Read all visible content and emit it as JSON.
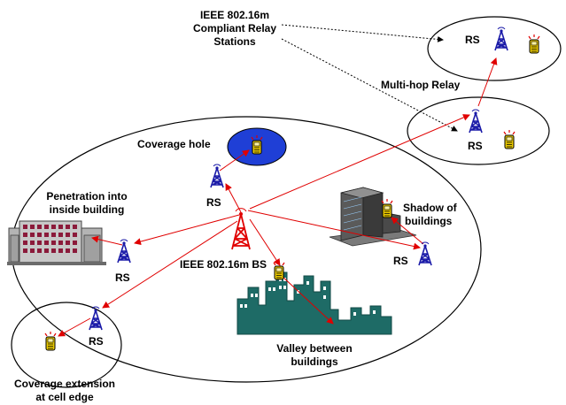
{
  "labels": {
    "relay_title": [
      "IEEE 802.16m",
      "Compliant Relay",
      "Stations"
    ],
    "multihop": "Multi-hop Relay",
    "coverage_hole": "Coverage hole",
    "penetration": [
      "Penetration into",
      "inside building"
    ],
    "shadow": [
      "Shadow of",
      "buildings"
    ],
    "bs": "IEEE 802.16m BS",
    "valley": [
      "Valley between",
      "buildings"
    ],
    "coverage_ext": [
      "Coverage extension",
      "at cell edge"
    ],
    "rs": "RS"
  },
  "colors": {
    "link": "#e00000",
    "tower": "#1a1aa8",
    "bs_tower": "#e00000",
    "hole_fill": "#1f3fd6",
    "phone": "#e8c800",
    "city": "#1e6b66"
  }
}
